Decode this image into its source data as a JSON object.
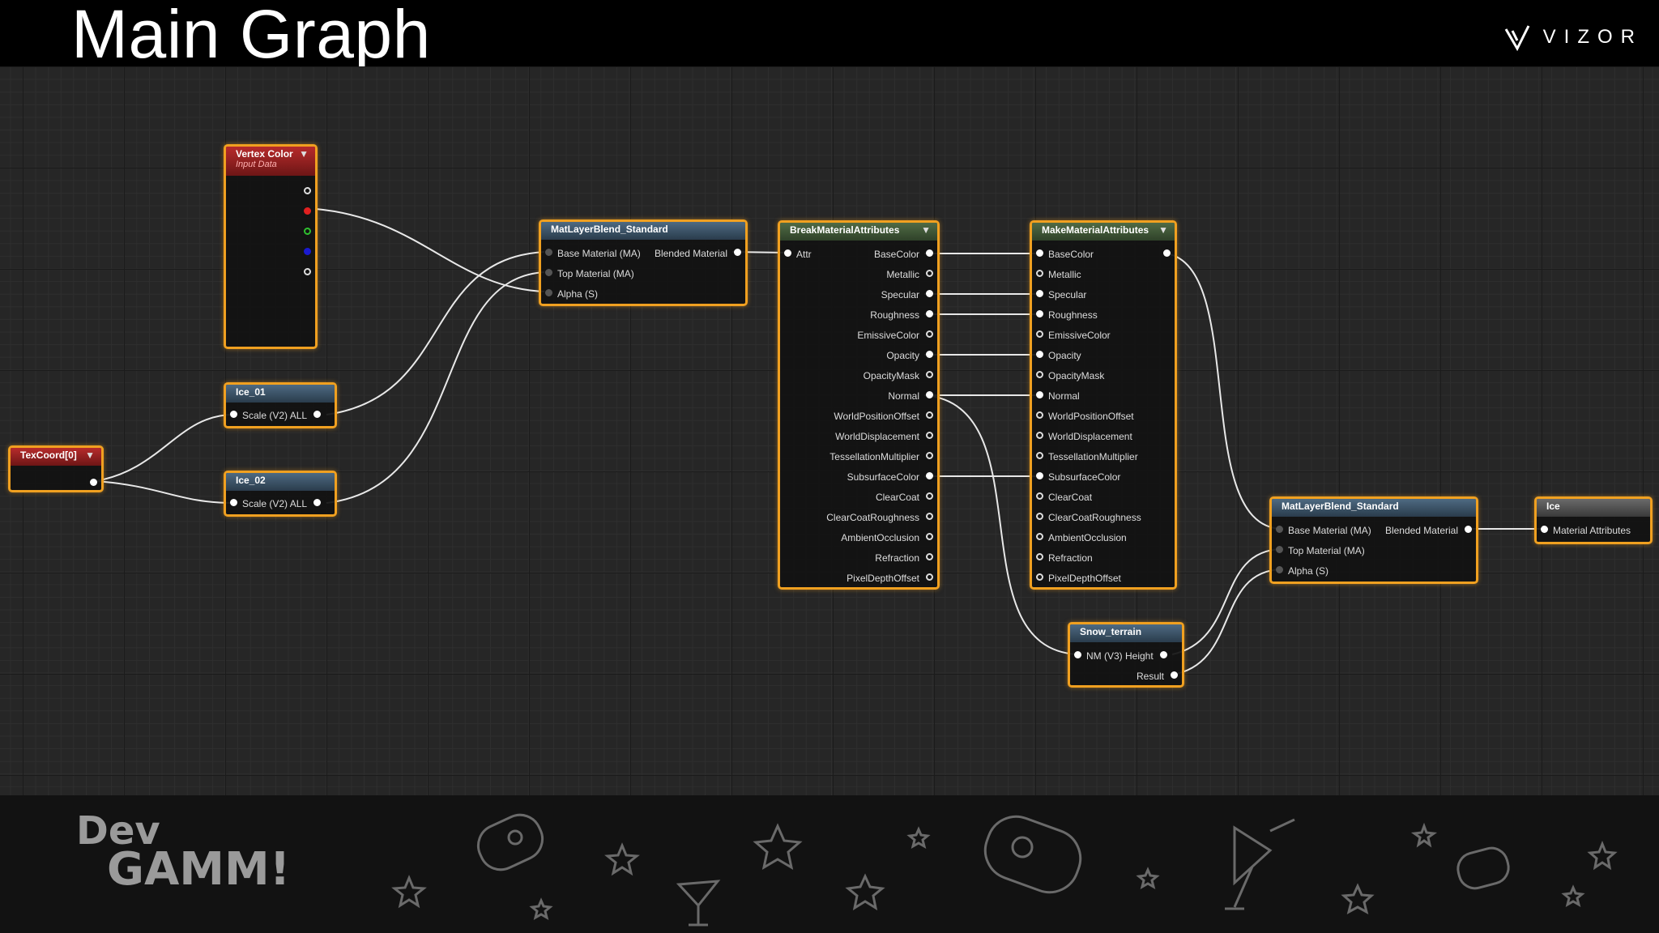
{
  "header": {
    "title": "Main Graph",
    "brand": "VIZOR"
  },
  "nodes": {
    "vertex_color": {
      "title": "Vertex Color",
      "subtitle": "Input Data"
    },
    "texcoord": {
      "title": "TexCoord[0]"
    },
    "ice_01": {
      "title": "Ice_01",
      "pin": "Scale (V2) ALL"
    },
    "ice_02": {
      "title": "Ice_02",
      "pin": "Scale (V2) ALL"
    },
    "mlb1": {
      "title": "MatLayerBlend_Standard",
      "pins": [
        "Base Material (MA)",
        "Blended Material",
        "Top Material (MA)",
        "Alpha (S)"
      ]
    },
    "break": {
      "title": "BreakMaterialAttributes",
      "input": "Attr",
      "outputs": [
        "BaseColor",
        "Metallic",
        "Specular",
        "Roughness",
        "EmissiveColor",
        "Opacity",
        "OpacityMask",
        "Normal",
        "WorldPositionOffset",
        "WorldDisplacement",
        "TessellationMultiplier",
        "SubsurfaceColor",
        "ClearCoat",
        "ClearCoatRoughness",
        "AmbientOcclusion",
        "Refraction",
        "PixelDepthOffset"
      ]
    },
    "make": {
      "title": "MakeMaterialAttributes",
      "inputs": [
        "BaseColor",
        "Metallic",
        "Specular",
        "Roughness",
        "EmissiveColor",
        "Opacity",
        "OpacityMask",
        "Normal",
        "WorldPositionOffset",
        "WorldDisplacement",
        "TessellationMultiplier",
        "SubsurfaceColor",
        "ClearCoat",
        "ClearCoatRoughness",
        "AmbientOcclusion",
        "Refraction",
        "PixelDepthOffset"
      ]
    },
    "snow": {
      "title": "Snow_terrain",
      "pins": [
        "NM (V3) Height",
        "Result"
      ]
    },
    "mlb2": {
      "title": "MatLayerBlend_Standard",
      "pins": [
        "Base Material (MA)",
        "Blended Material",
        "Top Material (MA)",
        "Alpha (S)"
      ]
    },
    "ice_out": {
      "title": "Ice",
      "pin": "Material Attributes"
    }
  },
  "footer": {
    "logo_line1": "Dev",
    "logo_line2": "GAMM!"
  },
  "colors": {
    "node_border": "#f0a020",
    "graph_bg": "#262626",
    "header_blue": "#3c5366",
    "header_red": "#a52323",
    "header_green": "#405a38"
  }
}
